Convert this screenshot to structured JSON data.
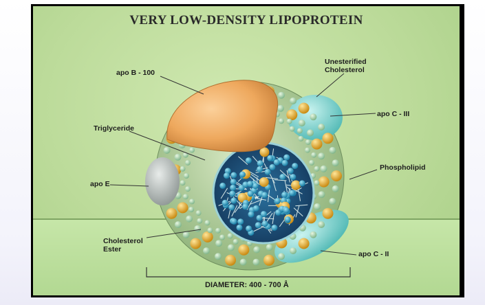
{
  "title": "VERY LOW-DENSITY LIPOPROTEIN",
  "labels": {
    "apo_b100": "apo B - 100",
    "unesterified_cholesterol_line1": "Unesterified",
    "unesterified_cholesterol_line2": "Cholesterol",
    "apo_c3": "apo C - III",
    "triglyceride": "Triglyceride",
    "phospholipid": "Phospholipid",
    "apo_e": "apo E",
    "cholesterol_ester_line1": "Cholesterol",
    "cholesterol_ester_line2": "Ester",
    "apo_c2": "apo C - II"
  },
  "diameter": "DIAMETER:  400 - 700 Å",
  "colors": {
    "background_green": "#bcdb9a",
    "apo_b100": "#eea85d",
    "apo_e": "#b9bfbe",
    "apo_c3": "#7fd3d0",
    "apo_c2": "#84d6cc",
    "phospholipid_head": "#f0b02e",
    "cholesterol_sphere": "#a7d8a2",
    "core_sphere": "#2fa9cd",
    "core_bg": "#1d4f7a"
  }
}
